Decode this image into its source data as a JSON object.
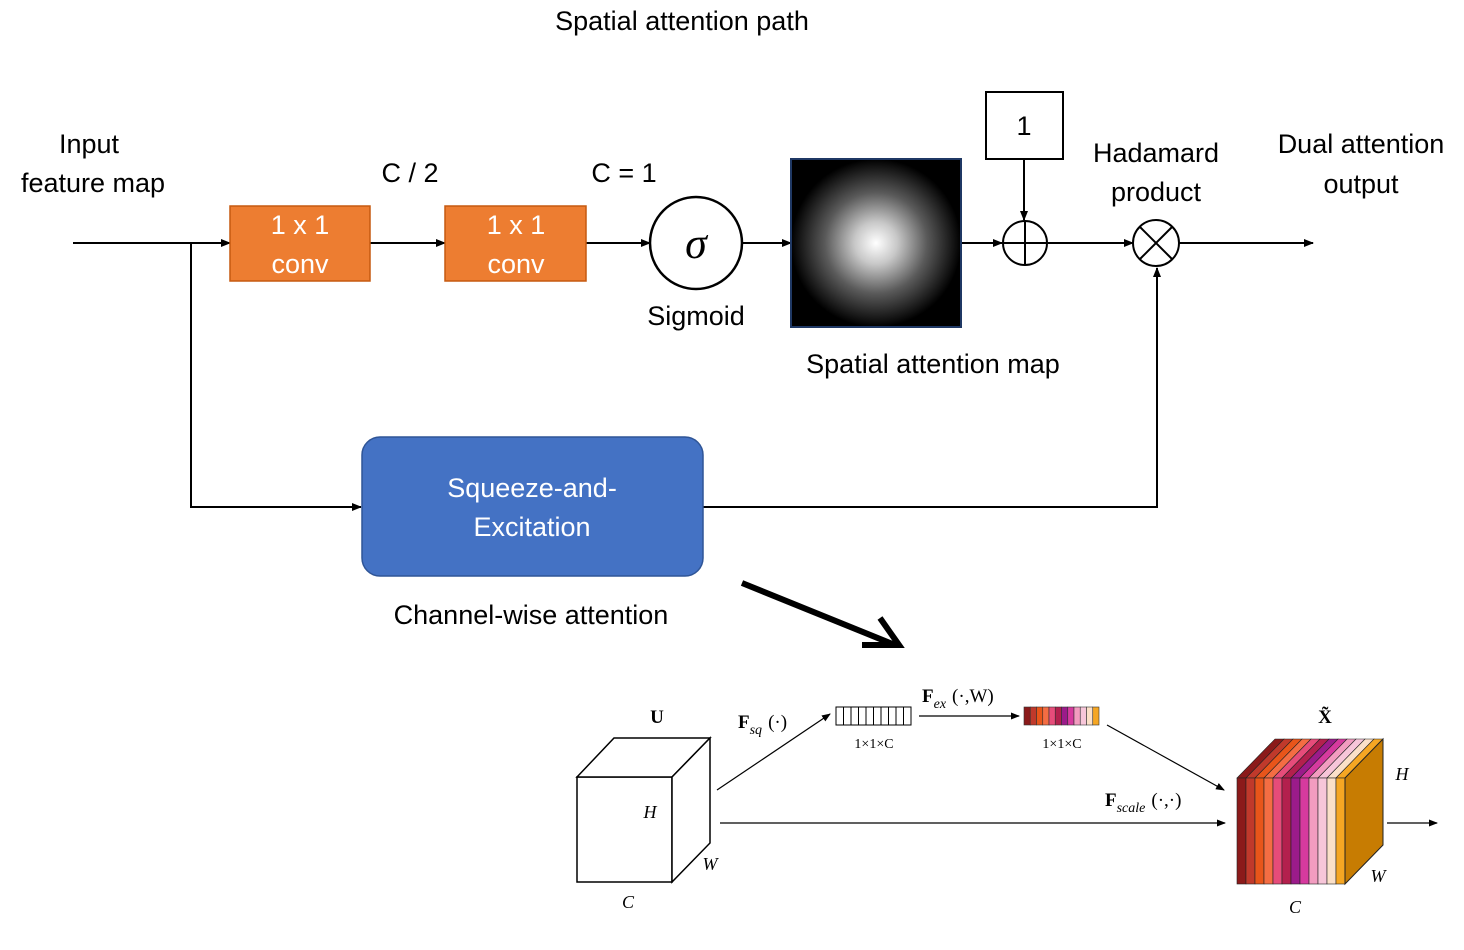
{
  "title": "Spatial attention path",
  "input_label": [
    "Input",
    "feature map"
  ],
  "channel_labels": {
    "half": "C / 2",
    "one": "C = 1"
  },
  "conv1": [
    "1 x 1",
    "conv"
  ],
  "conv2": [
    "1 x 1",
    "conv"
  ],
  "sigmoid": {
    "symbol": "σ",
    "label": "Sigmoid"
  },
  "spatial_map_label": "Spatial attention map",
  "one_box": "1",
  "hadamard_label": [
    "Hadamard",
    "product"
  ],
  "output_label": [
    "Dual attention",
    "output"
  ],
  "se_block": [
    "Squeeze-and-",
    "Excitation"
  ],
  "channel_attention_label": "Channel-wise attention",
  "se_detail": {
    "U": "U",
    "X": "X̃",
    "fsq": {
      "F": "F",
      "sub": "sq",
      "args": "(·)"
    },
    "fex": {
      "F": "F",
      "sub": "ex",
      "args": "(·,W)"
    },
    "fscale": {
      "F": "F",
      "sub": "scale",
      "args": "(·,·)"
    },
    "vec1": "1×1×C",
    "vec2": "1×1×C",
    "dims": {
      "H": "H",
      "W": "W",
      "C": "C"
    }
  },
  "colors": {
    "conv": "#ED7D31",
    "conv_border": "#C55A11",
    "se": "#4472C4",
    "se_border": "#2F5597",
    "channel_strip": [
      "#8B1A1A",
      "#C0392B",
      "#E8551A",
      "#F46D43",
      "#E64C7A",
      "#B3204D",
      "#9B1B8A",
      "#D63A9E",
      "#F29CC0",
      "#F7C6D9",
      "#FBE0C8",
      "#F5A623"
    ],
    "cube_front": [
      "#8B1A1A",
      "#C0392B",
      "#E8551A",
      "#F46D43",
      "#E64C7A",
      "#B3204D",
      "#9B1B8A",
      "#D63A9E",
      "#F29CC0",
      "#F7C6D9",
      "#FBE0C8",
      "#F5A623"
    ],
    "cube_side": "#C77C02"
  }
}
